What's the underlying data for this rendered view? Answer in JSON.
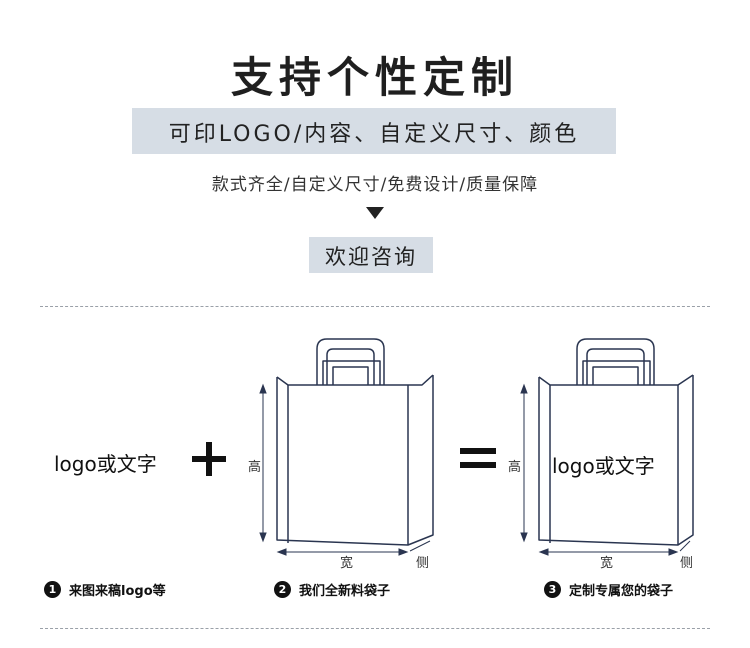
{
  "header": {
    "title": "支持个性定制",
    "subtitle": "可印LOGO/内容、自定义尺寸、颜色",
    "features": "款式齐全/自定义尺寸/免费设计/质量保障",
    "consult": "欢迎咨询"
  },
  "diagram": {
    "logo_label": "logo或文字",
    "bag_height_label": "高",
    "bag_width_label": "宽",
    "bag_side_label": "侧",
    "result_logo": "logo或文字"
  },
  "steps": [
    {
      "num": "1",
      "label": "来图来稿logo等"
    },
    {
      "num": "2",
      "label": "我们全新料袋子"
    },
    {
      "num": "3",
      "label": "定制专属您的袋子"
    }
  ],
  "colors": {
    "band": "#d6dde5",
    "bag_stroke": "#2a3550"
  }
}
